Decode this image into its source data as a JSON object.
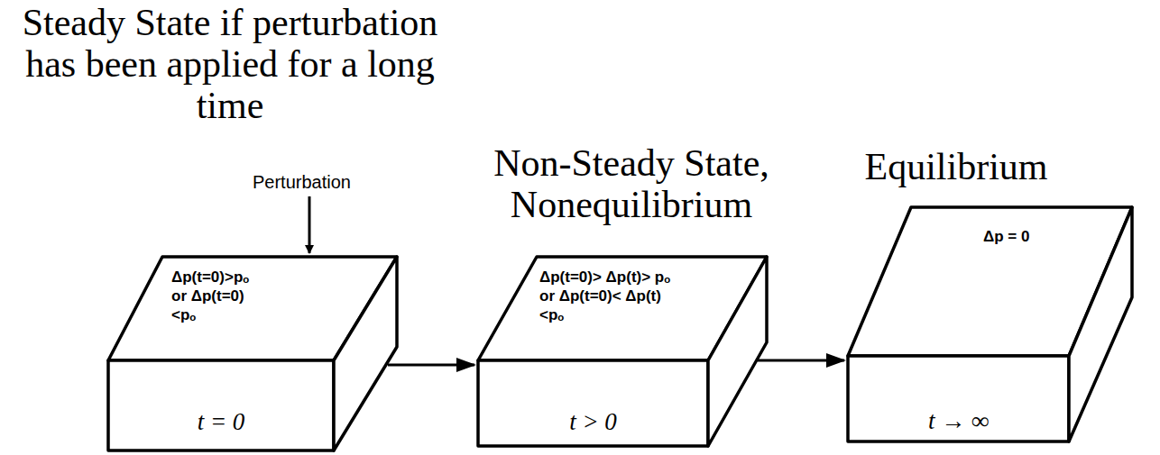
{
  "diagram": {
    "nodes": [
      {
        "text": [
          "Steady State if perturbation has been applied for a long time",
          "Δp(t=0)>pₒ or Δp(t=0)<pₒ",
          "t = 0"
        ]
      },
      {
        "text": [
          "Non-Steady State, Nonequilibrium",
          "Δp(t=0)> Δp(t)> pₒ or Δp(t=0)< Δp(t)<pₒ",
          "t > 0"
        ]
      },
      {
        "text": [
          "Equilibrium",
          "Δp = 0",
          "t → ∞"
        ]
      }
    ],
    "edges": [
      {
        "from": 0,
        "to": 1,
        "arrow": "to"
      },
      {
        "from": 1,
        "to": 2,
        "arrow": "to"
      }
    ],
    "labels": [
      "Perturbation"
    ]
  }
}
